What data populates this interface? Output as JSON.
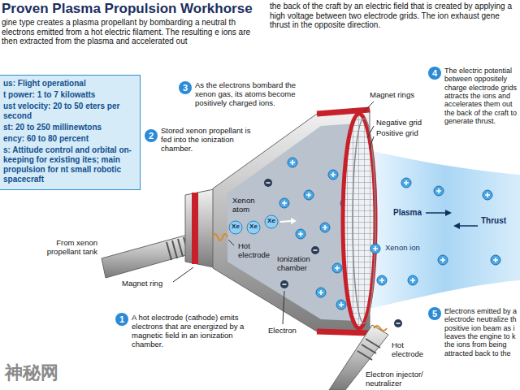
{
  "diagram": {
    "title": "Proven Plasma Propulsion Workhorse",
    "nodes": [
      {
        "text": [
          "us: Flight operational",
          "t power: 1 to 7 kilowatts",
          "ust velocity: 20 to 50 eters per second",
          "st: 20 to 250 millinewtons",
          "ency: 60 to 80 percent",
          "s: Attitude control and orbital on-keeping for existing ites; main propulsion for nt small robotic spacecraft"
        ]
      },
      {
        "text": [
          "1"
        ]
      },
      {
        "text": [
          "2"
        ]
      },
      {
        "text": [
          "3"
        ]
      },
      {
        "text": [
          "4"
        ]
      },
      {
        "text": [
          "5"
        ]
      }
    ],
    "labels": [
      "gine type creates a plasma propellant by bombarding a neutral th electrons emitted from a hot electric filament. The resulting e ions are then extracted from the plasma and accelerated out",
      "the back of the craft by an electric field that is created by applying a high voltage between two electrode grids. The ion exhaust gene thrust in the opposite direction.",
      "A hot electrode (cathode) emits electrons that are energized by a magnetic field in an ionization chamber.",
      "Stored xenon propellant is fed into the ionization chamber.",
      "As the electrons bombard the xenon gas, its atoms become positively charged ions.",
      "The electric potential between oppositely charge electrode grids attracts the ions and accelerates them out the back of the craft to generate thrust.",
      "Electrons emitted by a electrode neutralize th positive ion beam as i leaves the engine to k the ions from being attracted back to the",
      "From xenon propellant tank",
      "Magnet ring",
      "Hot electrode",
      "Xenon atom",
      "Xe",
      "Xe",
      "Xe",
      "Ionization chamber",
      "Electron",
      "Magnet rings",
      "Negative grid",
      "Positive grid",
      "Plasma",
      "Thrust",
      "Xenon ion",
      "Hot electrode",
      "Electron injector/ neutralizer",
      "神秘网"
    ]
  }
}
